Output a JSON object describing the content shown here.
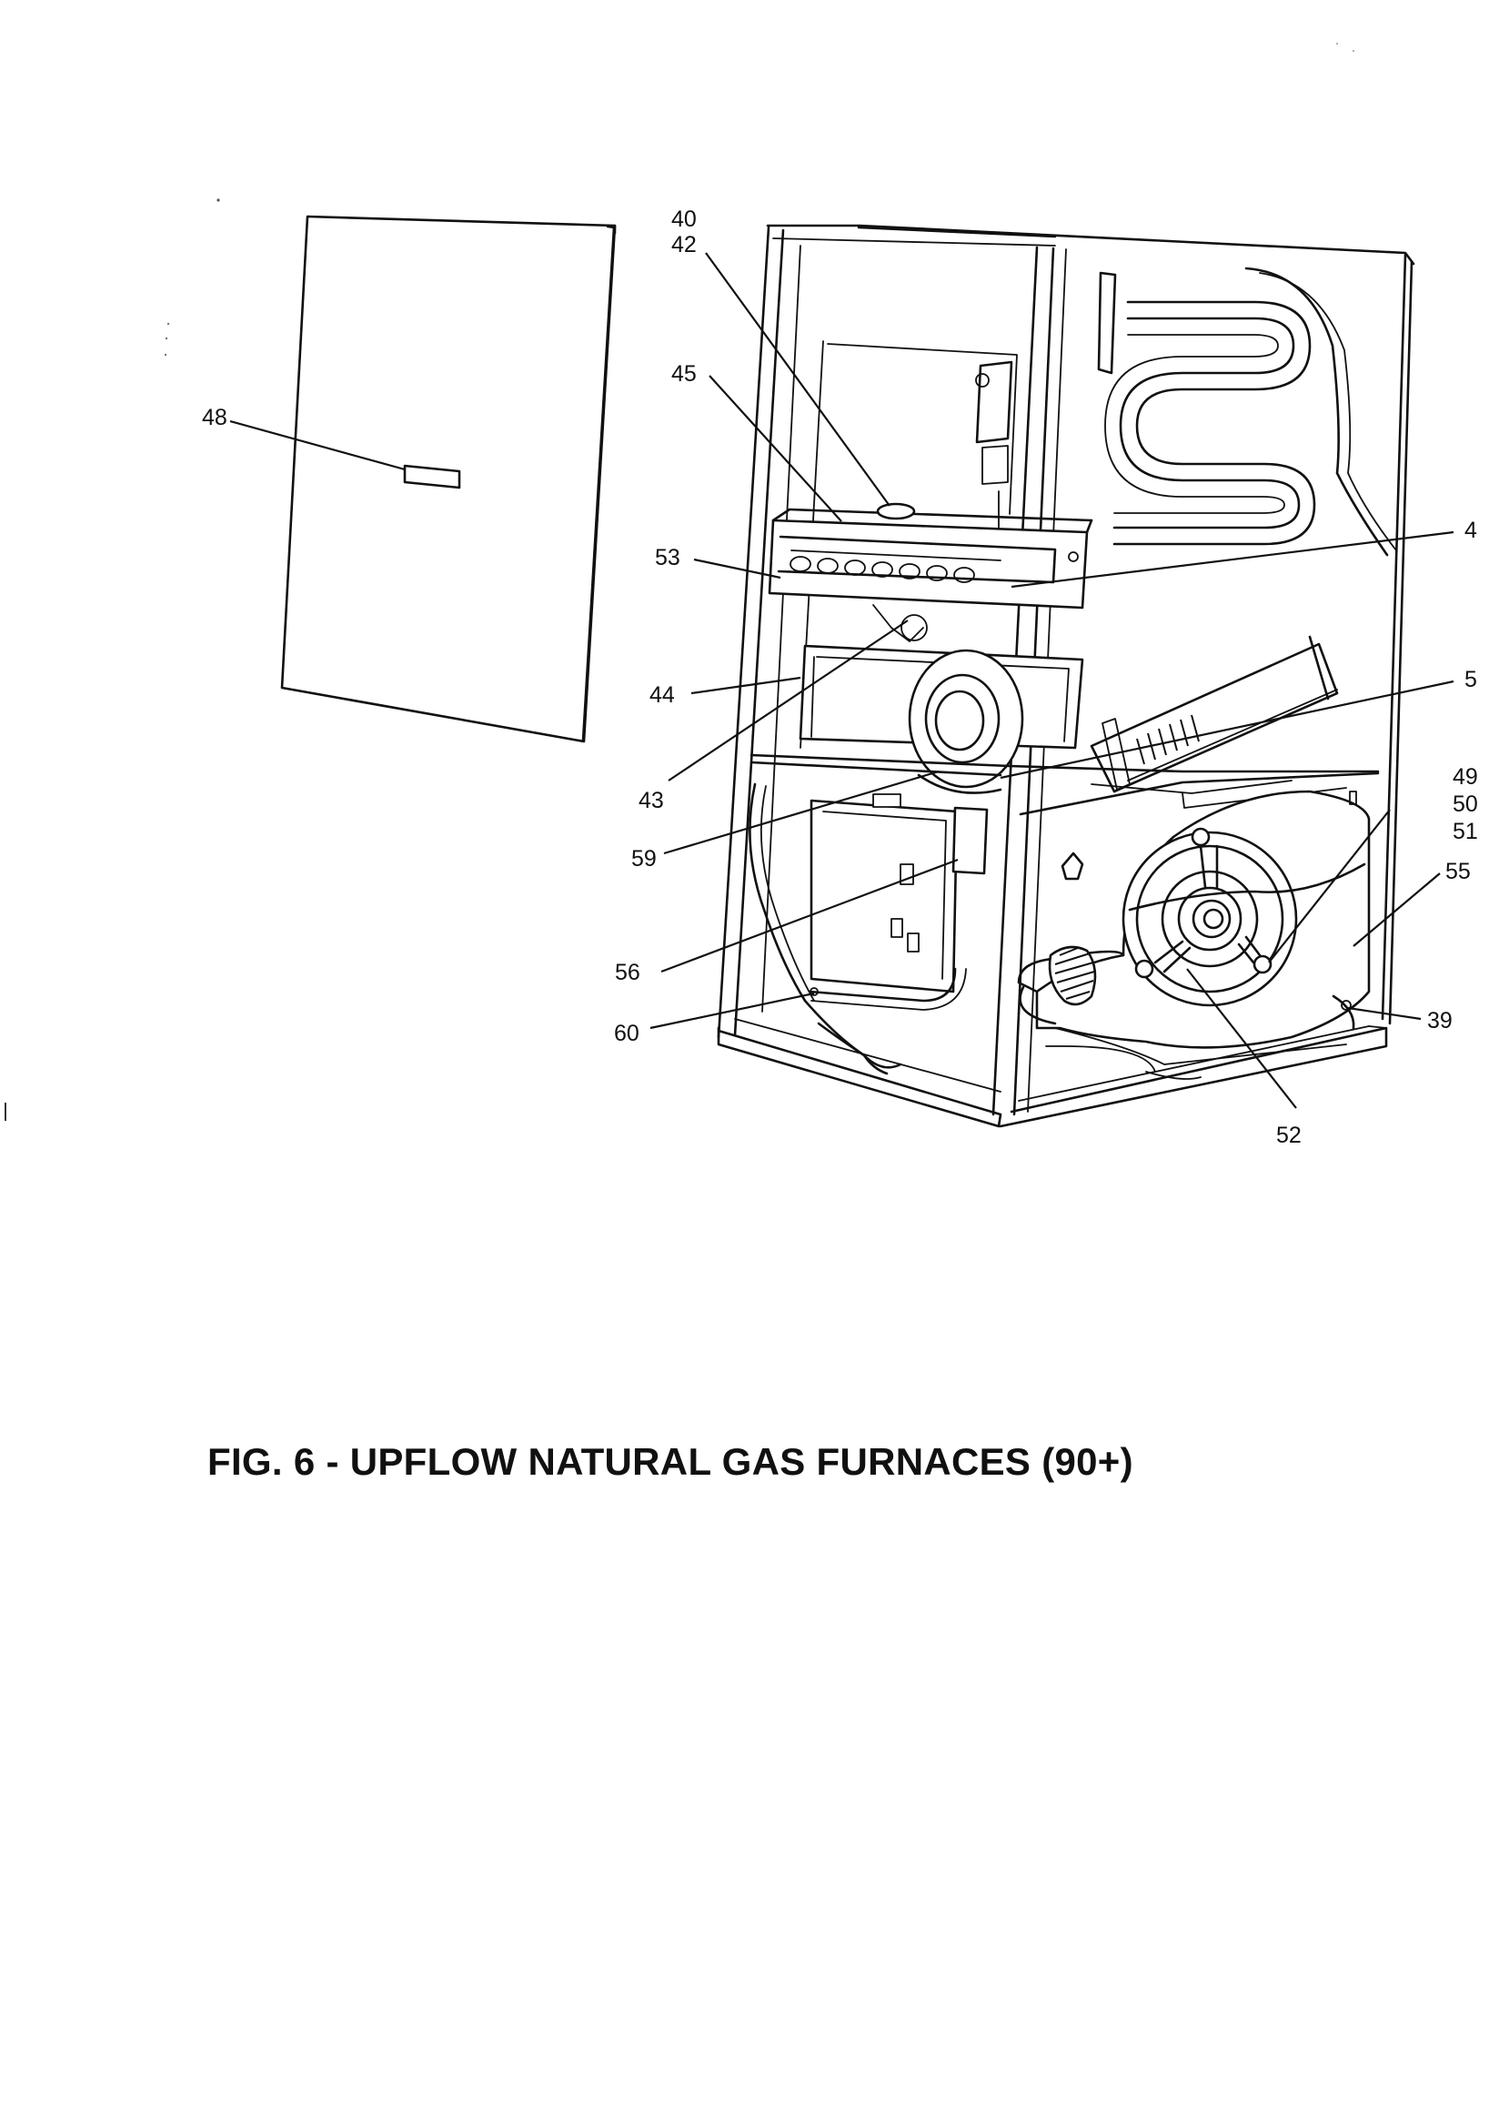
{
  "figure": {
    "caption": "FIG. 6 - UPFLOW NATURAL GAS FURNACES (90+)"
  },
  "callouts": {
    "c40": "40",
    "c42": "42",
    "c45": "45",
    "c48": "48",
    "c53": "53",
    "c4": "4",
    "c44": "44",
    "c5": "5",
    "c43": "43",
    "c49": "49",
    "c50": "50",
    "c51": "51",
    "c59": "59",
    "c55": "55",
    "c56": "56",
    "c39": "39",
    "c60": "60",
    "c52": "52"
  }
}
